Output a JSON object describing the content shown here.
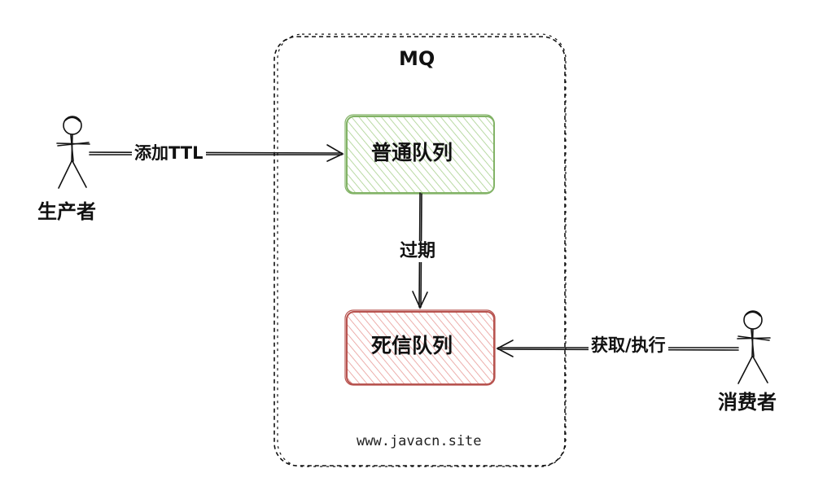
{
  "diagram": {
    "container_label": "MQ",
    "watermark": "www.javacn.site",
    "nodes": {
      "normal_queue": {
        "label": "普通队列",
        "stroke": "#82b366",
        "hatch": "#a8d08d"
      },
      "dead_letter_queue": {
        "label": "死信队列",
        "stroke": "#b85450",
        "hatch": "#e89a96"
      }
    },
    "actors": {
      "producer": {
        "label": "生产者"
      },
      "consumer": {
        "label": "消费者"
      }
    },
    "edges": {
      "add_ttl": {
        "label": "添加TTL"
      },
      "expire": {
        "label": "过期"
      },
      "fetch_execute": {
        "label": "获取/执行"
      }
    }
  }
}
